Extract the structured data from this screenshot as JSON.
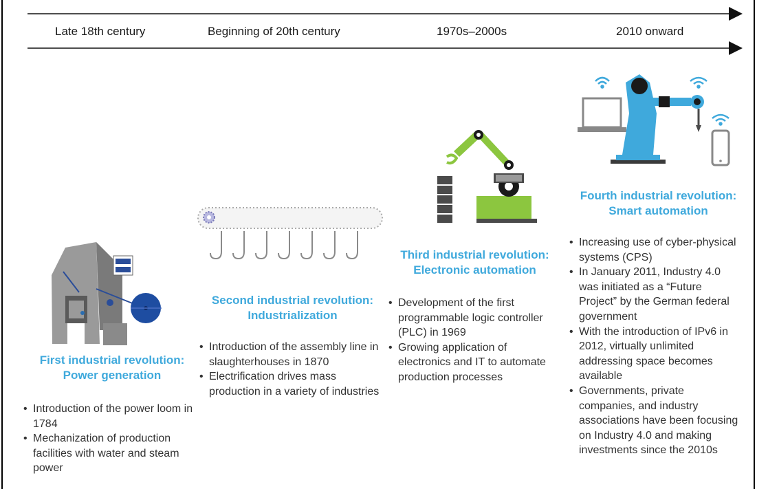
{
  "timeline": {
    "eras": [
      "Late 18th century",
      "Beginning of 20th century",
      "1970s–2000s",
      "2010 onward"
    ]
  },
  "revolutions": [
    {
      "title_line1": "First industrial revolution:",
      "title_line2": "Power generation",
      "bullets": [
        "Introduction of the power loom in 1784",
        "Mechanization of production facilities with water and steam power"
      ]
    },
    {
      "title_line1": "Second industrial revolution:",
      "title_line2": "Industrialization",
      "bullets": [
        "Introduction of the assembly line in slaughterhouses in 1870",
        "Electrification drives mass production in a variety of industries"
      ]
    },
    {
      "title_line1": "Third industrial revolution:",
      "title_line2": "Electronic automation",
      "bullets": [
        "Development of the first programmable logic controller (PLC) in 1969",
        "Growing application of electronics and IT to automate production processes"
      ]
    },
    {
      "title_line1": "Fourth industrial revolution:",
      "title_line2": "Smart automation",
      "bullets": [
        "Increasing use of cyber-physical systems (CPS)",
        "In January 2011, Industry 4.0 was initiated as a “Future Project” by the German federal government",
        "With the introduction of IPv6 in 2012, virtually unlimited addressing space becomes available",
        "Governments, private companies, and industry associations have been focusing on Industry 4.0 and making investments since the 2010s"
      ]
    }
  ],
  "colors": {
    "title_blue": "#3fa9dc",
    "robot_green": "#8cc63f",
    "robot_blue": "#3fa9dc",
    "machine_gray": "#8a8a8a",
    "dark_gray": "#4d4d4d"
  }
}
